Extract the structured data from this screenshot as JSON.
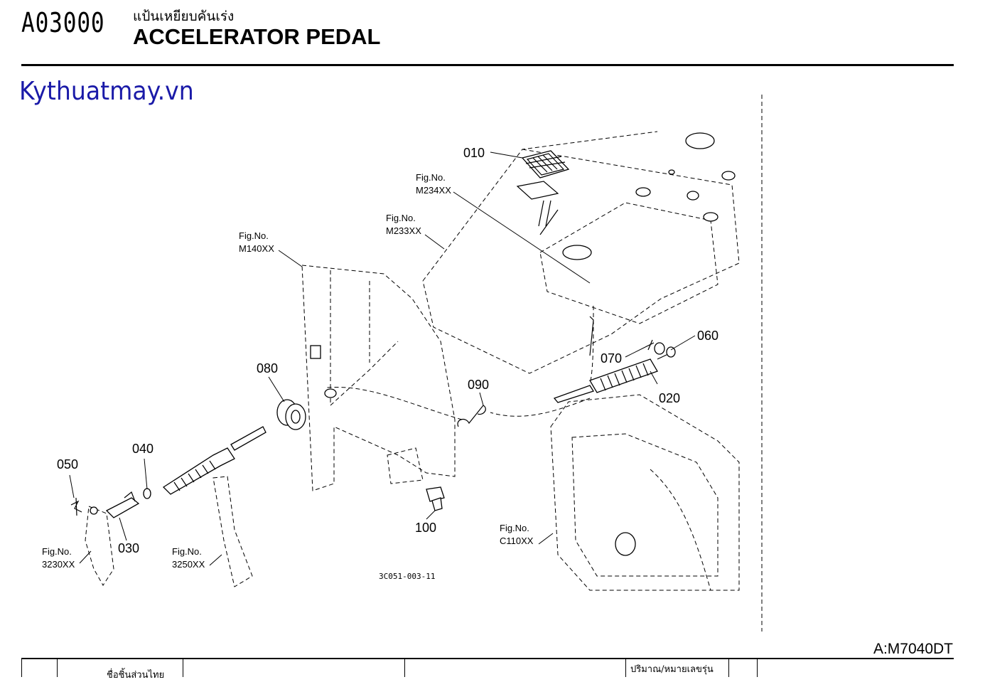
{
  "header": {
    "code": "A03000",
    "title_thai": "แป้นเหยียบคันเร่ง",
    "title_en": "ACCELERATOR PEDAL"
  },
  "watermark": "Kythuatmay.vn",
  "diagram": {
    "parts": [
      "010",
      "020",
      "030",
      "040",
      "050",
      "060",
      "070",
      "080",
      "090",
      "100"
    ],
    "figure_refs": [
      {
        "label": "Fig.No.",
        "code": "M234XX"
      },
      {
        "label": "Fig.No.",
        "code": "M233XX"
      },
      {
        "label": "Fig.No.",
        "code": "M140XX"
      },
      {
        "label": "Fig.No.",
        "code": "C110XX"
      },
      {
        "label": "Fig.No.",
        "code": "3230XX"
      },
      {
        "label": "Fig.No.",
        "code": "3250XX"
      }
    ],
    "drawing_number": "3C051-003-11"
  },
  "model_label": "A:M7040DT",
  "table": {
    "qty_header": "ปริมาณ/หมายเลขรุ่น",
    "col1_partial": "ชื่อชิ้นส่วนไทย"
  }
}
